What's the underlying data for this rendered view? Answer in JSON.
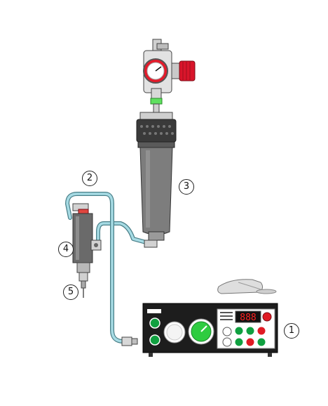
{
  "callouts": {
    "controller": "1",
    "hose": "2",
    "reservoir": "3",
    "valve": "4",
    "nozzle": "5"
  },
  "controller_display": "888",
  "colors": {
    "hose": "#9fd7e0",
    "hose_outline": "#4a7f88",
    "reservoir": "#7d7d7d",
    "regulator_knob": "#d9152b",
    "gauge_face": "#e31b2b",
    "fitting_green": "#5fe05f",
    "controller_panel": "#ffffff",
    "controller_body": "#1d1d1d",
    "controller_led": "#ff2020",
    "button_green": "#10a040",
    "gauge_green": "#2ecc40"
  }
}
